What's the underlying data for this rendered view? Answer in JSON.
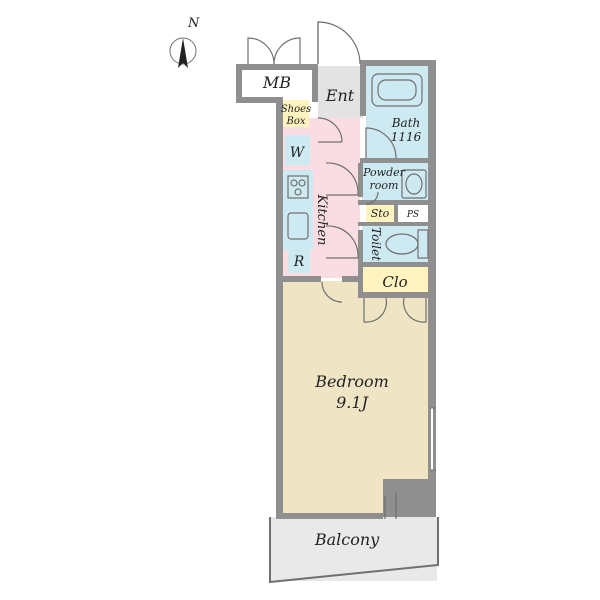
{
  "compass": {
    "label": "N"
  },
  "rooms": {
    "mb": "MB",
    "entrance": "Ent",
    "shoes_box_line1": "Shoes",
    "shoes_box_line2": "Box",
    "bath_line1": "Bath",
    "bath_line2": "1116",
    "washer": "W",
    "powder_line1": "Powder",
    "powder_line2": "room",
    "kitchen": "Kitchen",
    "storage": "Sto",
    "pipe_space": "PS",
    "toilet": "Toilet",
    "refrigerator": "R",
    "closet": "Clo",
    "bedroom_name": "Bedroom",
    "bedroom_size": "9.1J",
    "balcony": "Balcony"
  },
  "colors": {
    "wall": "#8f8f8f",
    "line": "#707070",
    "entrance": "#e3e3e3",
    "kitchen": "#f9dde3",
    "wet_area": "#cde9f1",
    "storage": "#fff4bf",
    "bedroom": "#efe4c4",
    "balcony": "#e9e9e9"
  }
}
